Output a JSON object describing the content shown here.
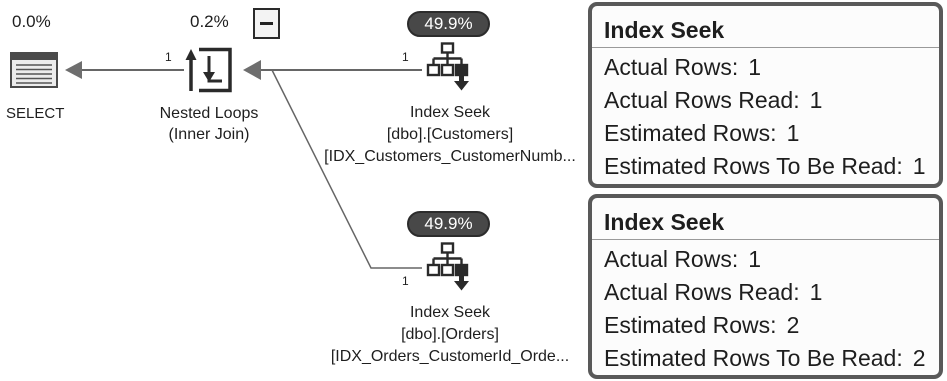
{
  "plan": {
    "select": {
      "cost": "0.0%",
      "label": "SELECT",
      "icon": "select-icon"
    },
    "nested_loops": {
      "cost": "0.2%",
      "label": "Nested Loops",
      "sublabel": "(Inner Join)",
      "icon": "nested-loops-icon",
      "collapse_icon": "minus-icon"
    },
    "edge_rows": {
      "nested_loops_to_select": "1",
      "customers_seek_to_nested_loops": "1",
      "orders_seek_to_nested_loops": "1"
    },
    "seeks": [
      {
        "cost": "49.9%",
        "label": "Index Seek",
        "object": "[dbo].[Customers]",
        "index": "[IDX_Customers_CustomerNumb...",
        "icon": "index-seek-icon"
      },
      {
        "cost": "49.9%",
        "label": "Index Seek",
        "object": "[dbo].[Orders]",
        "index": "[IDX_Orders_CustomerId_Orde...",
        "icon": "index-seek-icon"
      }
    ]
  },
  "tooltips": [
    {
      "title": "Index Seek",
      "rows": [
        {
          "label": "Actual Rows:",
          "value": "1"
        },
        {
          "label": "Actual Rows Read:",
          "value": "1"
        },
        {
          "label": "Estimated Rows:",
          "value": "1"
        },
        {
          "label": "Estimated Rows To Be Read:",
          "value": "1"
        }
      ]
    },
    {
      "title": "Index Seek",
      "rows": [
        {
          "label": "Actual Rows:",
          "value": "1"
        },
        {
          "label": "Actual Rows Read:",
          "value": "1"
        },
        {
          "label": "Estimated Rows:",
          "value": "2"
        },
        {
          "label": "Estimated Rows To Be Read:",
          "value": "2"
        }
      ]
    }
  ],
  "colors": {
    "background": "#ffffff",
    "text": "#1e1e1e",
    "edge_line": "#666666",
    "arrowhead": "#6e6e6e",
    "badge_fill": "#484848",
    "tooltip_border": "#595959"
  }
}
